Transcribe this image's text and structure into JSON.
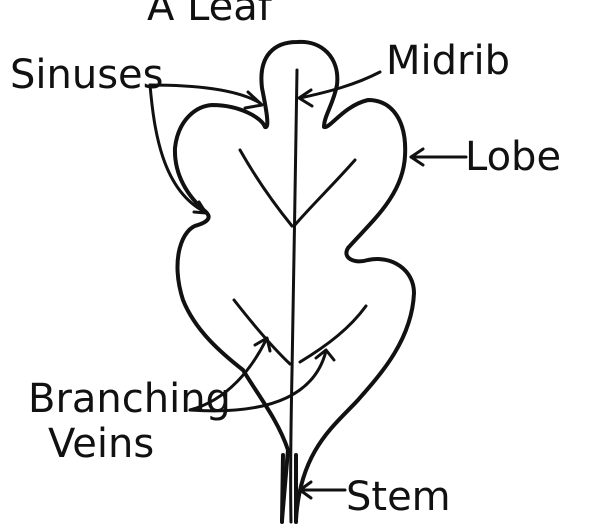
{
  "diagram": {
    "title_fragment": "A Leaf",
    "labels": {
      "sinuses": "Sinuses",
      "midrib": "Midrib",
      "lobe": "Lobe",
      "branching": "Branching",
      "veins": "Veins",
      "stem": "Stem"
    }
  }
}
